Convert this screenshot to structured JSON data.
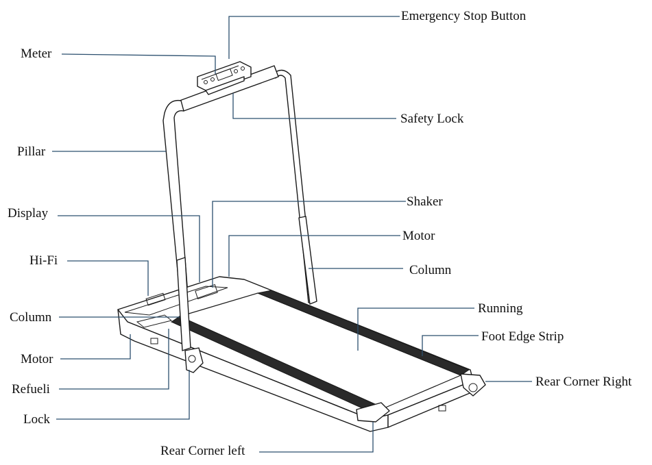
{
  "labels": {
    "emergency_stop": "Emergency Stop Button",
    "meter": "Meter",
    "safety_lock": "Safety Lock",
    "pillar": "Pillar",
    "shaker": "Shaker",
    "display": "Display",
    "motor_top": "Motor",
    "hifi": "Hi-Fi",
    "column_right": "Column",
    "column_left": "Column",
    "running": "Running",
    "foot_edge_strip": "Foot Edge Strip",
    "motor_bottom": "Motor",
    "rear_corner_right": "Rear Corner Right",
    "refueli": "Refueli",
    "lock": "Lock",
    "rear_corner_left": "Rear Corner left"
  }
}
